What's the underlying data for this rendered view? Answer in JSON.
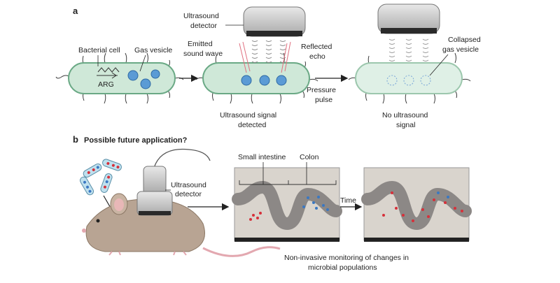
{
  "panel_a": {
    "letter": "a",
    "bacterial_cell": "Bacterial cell",
    "gas_vesicle": "Gas vesicle",
    "gene_label": "ARG",
    "detector": [
      "Ultrasound",
      "detector"
    ],
    "emitted": [
      "Emitted",
      "sound wave"
    ],
    "reflected": [
      "Reflected",
      "echo"
    ],
    "pressure": [
      "Pressure",
      "pulse"
    ],
    "collapsed": [
      "Collapsed",
      "gas vesicle"
    ],
    "signal_detected": [
      "Ultrasound signal",
      "detected"
    ],
    "no_signal": [
      "No ultrasound",
      "signal"
    ]
  },
  "panel_b": {
    "letter": "b",
    "title": "Possible future application?",
    "detector": [
      "Ultrasound",
      "detector"
    ],
    "small_intestine": "Small intestine",
    "colon": "Colon",
    "time": "Time",
    "caption": [
      "Non-invasive monitoring of changes in",
      "microbial populations"
    ]
  },
  "colors": {
    "cell_fill": "#cfe8d8",
    "cell_stroke": "#6aa985",
    "vesicle": "#5b9bd5",
    "red_bacteria": "#d6303a",
    "blue_bacteria": "#3a78c2",
    "mouse": "#b8a493",
    "detector_gray": "#c8c8c8"
  }
}
